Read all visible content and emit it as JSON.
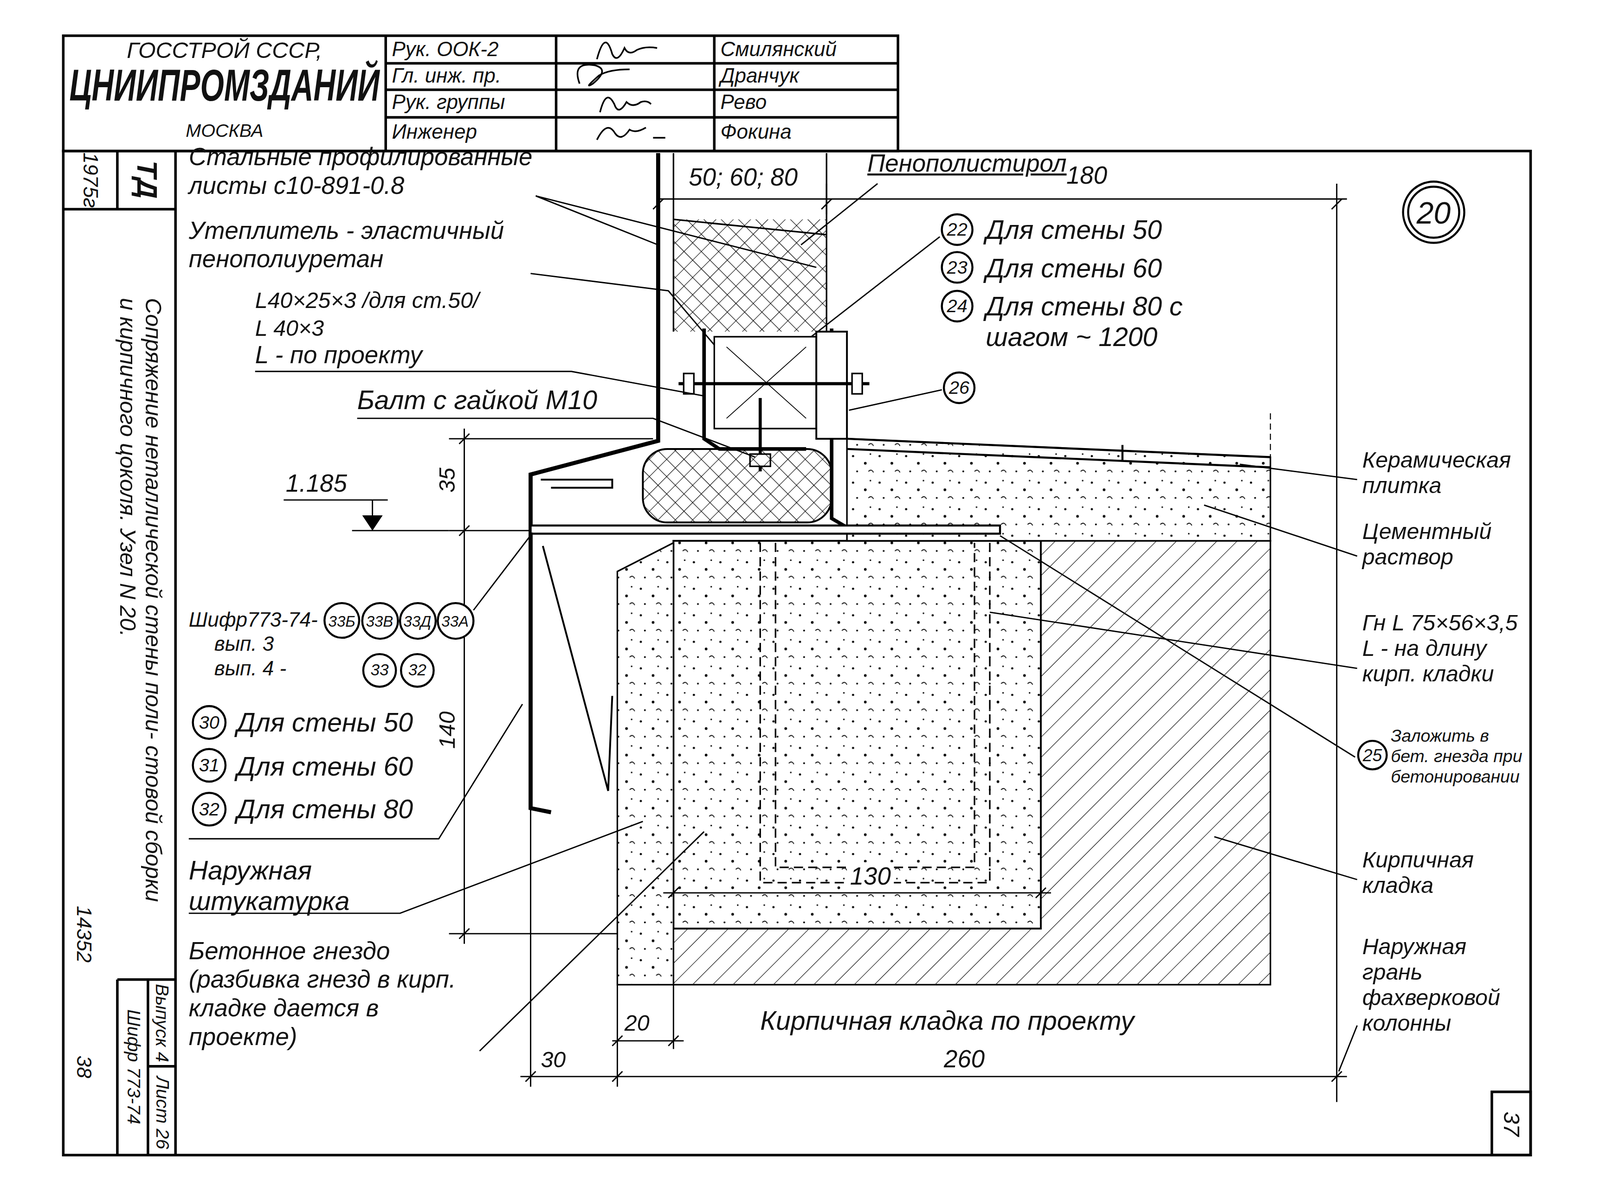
{
  "diagram": {
    "title": "Сопряжение неталлической стены поли- стовой сборки и кирпичного цоколя. Узел N 20.",
    "nodes": [
      {
        "text": [
          "20"
        ]
      },
      {
        "text": [
          "22"
        ]
      },
      {
        "text": [
          "23"
        ]
      },
      {
        "text": [
          "24"
        ]
      },
      {
        "text": [
          "26"
        ]
      },
      {
        "text": [
          "33Б"
        ]
      },
      {
        "text": [
          "33В"
        ]
      },
      {
        "text": [
          "33Д"
        ]
      },
      {
        "text": [
          "33А"
        ]
      },
      {
        "text": [
          "33"
        ]
      },
      {
        "text": [
          "32"
        ]
      },
      {
        "text": [
          "30"
        ]
      },
      {
        "text": [
          "31"
        ]
      },
      {
        "text": [
          "32"
        ]
      },
      {
        "text": [
          "25"
        ]
      }
    ],
    "labels": [
      "ГОССТРОЙ СССР,",
      "ЦНИИПРОМЗДАНИЙ",
      "МОСКВА",
      "Рук. ООК-2",
      "Гл. инж. пр.",
      "Рук. группы",
      "Инженер",
      "Смилянский",
      "Дранчук",
      "Рево",
      "Фокина",
      "1975г",
      "ТД",
      "14352",
      "38",
      "Шифр 773-74",
      "Выпуск 4",
      "Лист 26",
      "37",
      "Стальные профилированные листы с10-891-0.8",
      "Пенополистирол",
      "180",
      "50; 60; 80",
      "Утеплитель - эластичный пенополиуретан",
      "L40×25×3 /для ст.50/",
      "L 40×3",
      "L - по проекту",
      "Балт с гайкой М10",
      "Для стены 50",
      "Для стены 60",
      "Для стены 80 с шагом ~ 1200",
      "1.185",
      "35",
      "140",
      "Шифр773-74-",
      "вып. 3",
      "вып. 4 -",
      "Для стены 50",
      "Для стены 60",
      "Для стены 80",
      "Наружная штукатурка",
      "Бетонное гнездо (разбивка гнезд в кирп. кладке дается в проекте)",
      "Керамическая плитка",
      "Цементный раствор",
      "Гн L 75×56×3,5 L - на длину кирп. кладки",
      "Заложить в бет. гнезда при бетонировании",
      "Кирпичная кладка",
      "Наружная грань фахверковой колонны",
      "130",
      "20",
      "Кирпичная кладка по проекту",
      "30",
      "260"
    ]
  }
}
